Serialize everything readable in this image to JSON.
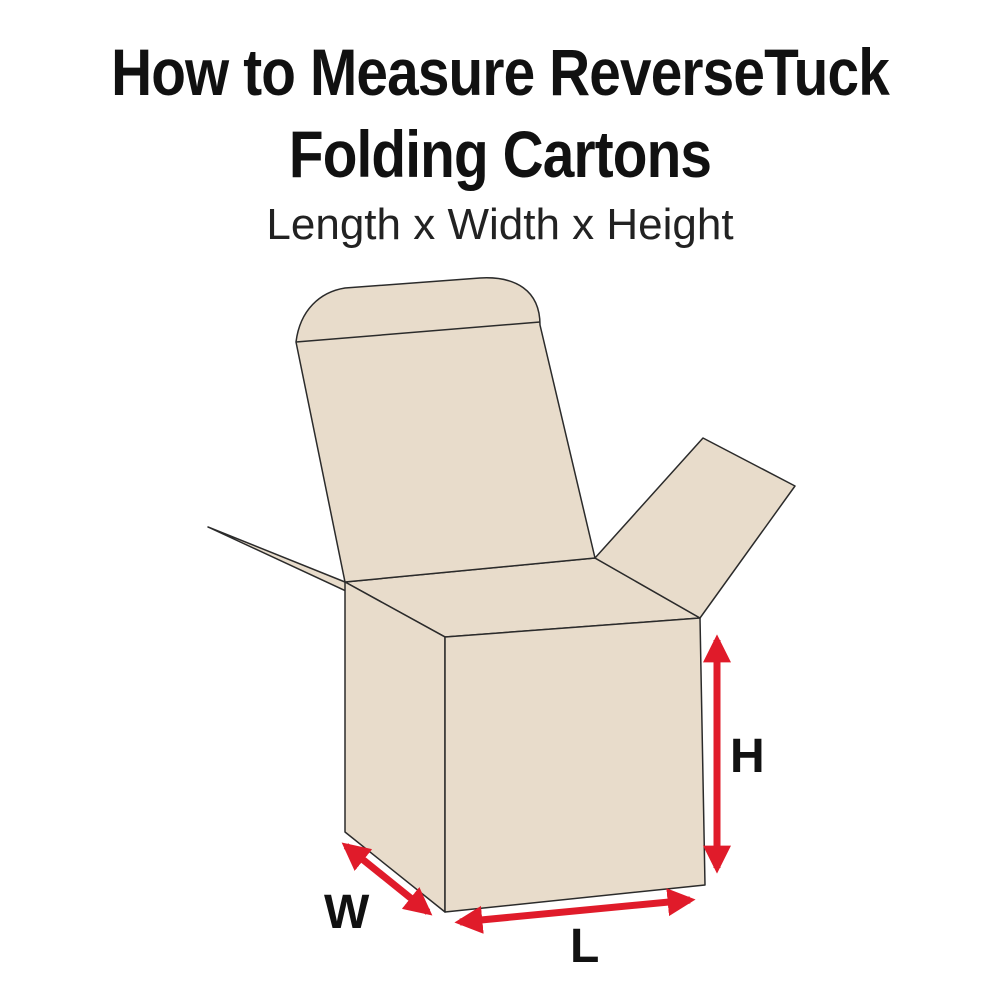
{
  "title": {
    "line1": "How to Measure ReverseTuck",
    "line2": "Folding Cartons"
  },
  "subtitle": "Length x Width x Height",
  "dimensions": {
    "length_label": "L",
    "width_label": "W",
    "height_label": "H"
  },
  "colors": {
    "carton_fill": "#e8dccb",
    "carton_stroke": "#2b2b2b",
    "arrow": "#e01b2a",
    "text": "#111111"
  }
}
